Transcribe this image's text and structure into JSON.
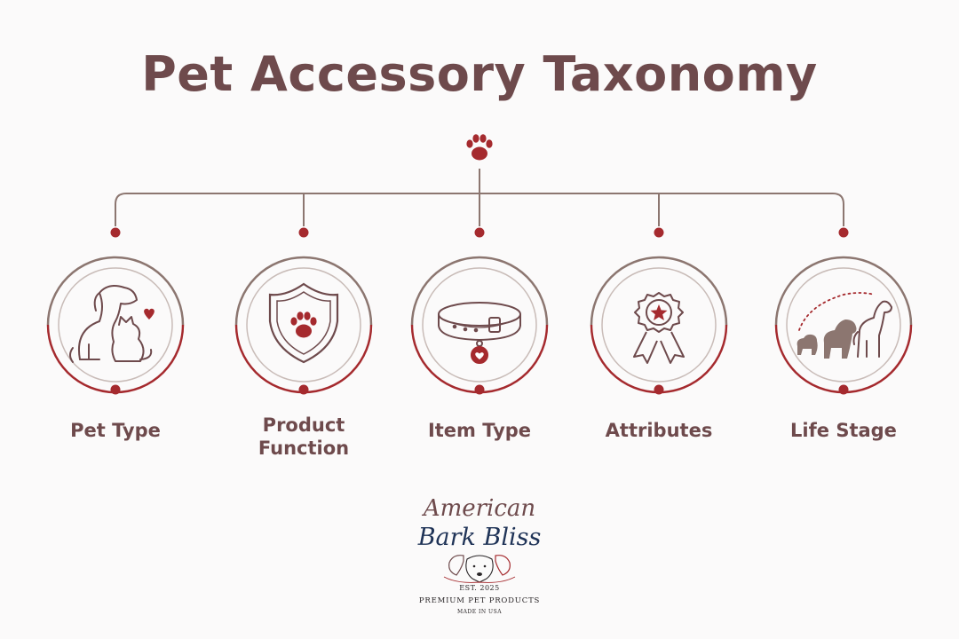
{
  "title": "Pet Accessory Taxonomy",
  "colors": {
    "text": "#6e4a4c",
    "accent": "#a52a2e",
    "line": "#8c7670"
  },
  "root_icon": "paw-icon",
  "categories": [
    {
      "label": "Pet Type",
      "icon": "dog-and-cat-icon"
    },
    {
      "label": "Product Function",
      "line1": "Product",
      "line2": "Function",
      "icon": "shield-paw-icon"
    },
    {
      "label": "Item Type",
      "icon": "collar-icon"
    },
    {
      "label": "Attributes",
      "icon": "badge-ribbon-icon"
    },
    {
      "label": "Life Stage",
      "icon": "growing-dogs-icon"
    }
  ],
  "logo": {
    "line1": "American",
    "line2": "Bark Bliss",
    "est": "EST. 2025",
    "tagline": "PREMIUM PET PRODUCTS",
    "made": "MADE IN USA"
  }
}
